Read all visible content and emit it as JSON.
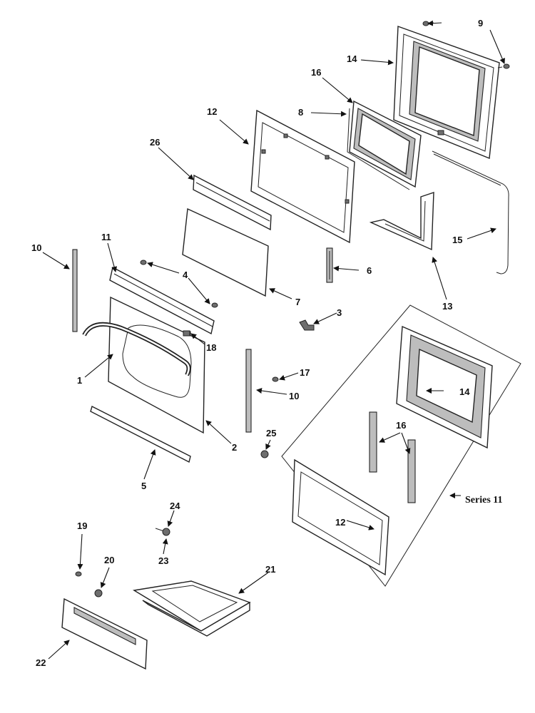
{
  "callouts": {
    "c1": "1",
    "c2": "2",
    "c3": "3",
    "c4": "4",
    "c5": "5",
    "c6": "6",
    "c7": "7",
    "c8": "8",
    "c9": "9",
    "c10a": "10",
    "c10b": "10",
    "c11": "11",
    "c12": "12",
    "c12s": "12",
    "c13": "13",
    "c14": "14",
    "c14s": "14",
    "c15": "15",
    "c16": "16",
    "c16s": "16",
    "c17": "17",
    "c18": "18",
    "c19": "19",
    "c20": "20",
    "c21": "21",
    "c22": "22",
    "c23": "23",
    "c24": "24",
    "c25": "25",
    "c26": "26"
  },
  "series_label": "Series 11"
}
